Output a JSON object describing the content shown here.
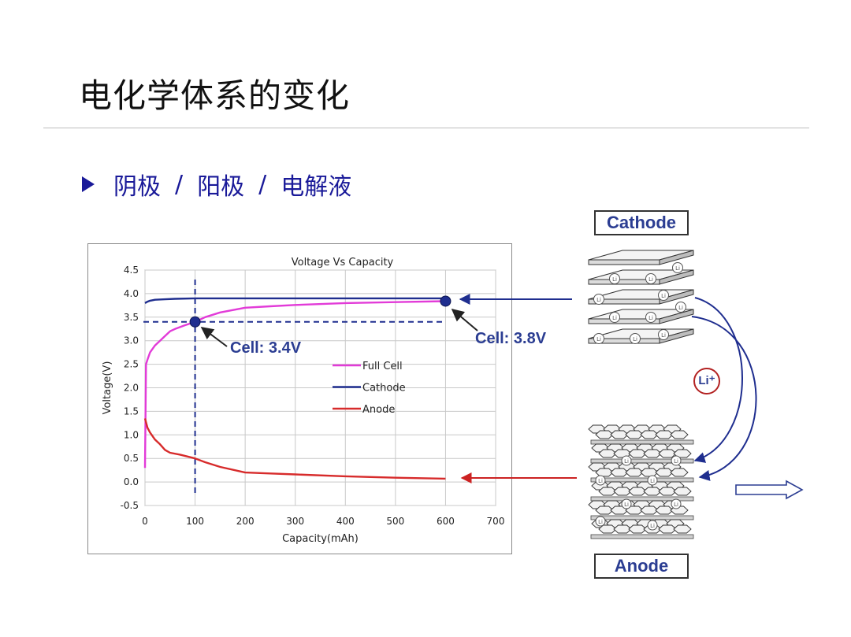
{
  "slide": {
    "title": "电化学体系的变化",
    "bullet": {
      "parts": [
        "阴极",
        "阳极",
        "电解液"
      ],
      "separator": "/"
    }
  },
  "diagram": {
    "cathode_label": "Cathode",
    "anode_label": "Anode",
    "ion_label": "Li⁺",
    "layer_ion_label": "Li",
    "colors": {
      "arrow": "#1f2e8f",
      "anode_arrow": "#cc2222",
      "ion_ring": "#b32222"
    }
  },
  "chart_data": {
    "type": "line",
    "title": "Voltage Vs Capacity",
    "xlabel": "Capacity(mAh)",
    "ylabel": "Voltage(V)",
    "xlim": [
      0,
      700
    ],
    "ylim": [
      -0.5,
      4.5
    ],
    "xticks": [
      "0",
      "100",
      "200",
      "300",
      "400",
      "500",
      "600",
      "700"
    ],
    "yticks": [
      "4.5",
      "4.0",
      "3.5",
      "3.0",
      "2.5",
      "2.0",
      "1.5",
      "1.0",
      "0.5",
      "0.0",
      "-0.5"
    ],
    "grid": true,
    "legend_position": "center-right",
    "series": [
      {
        "name": "Full Cell",
        "color": "#e23bd8",
        "x": [
          0,
          2,
          5,
          10,
          20,
          30,
          40,
          50,
          60,
          80,
          100,
          120,
          150,
          200,
          250,
          300,
          400,
          500,
          600
        ],
        "y": [
          0.3,
          2.5,
          2.6,
          2.75,
          2.9,
          3.0,
          3.1,
          3.2,
          3.25,
          3.33,
          3.4,
          3.5,
          3.6,
          3.7,
          3.73,
          3.76,
          3.8,
          3.82,
          3.84
        ]
      },
      {
        "name": "Cathode",
        "color": "#1f2e8f",
        "x": [
          0,
          5,
          10,
          20,
          40,
          60,
          100,
          200,
          300,
          400,
          500,
          600
        ],
        "y": [
          3.8,
          3.83,
          3.85,
          3.87,
          3.88,
          3.89,
          3.9,
          3.9,
          3.9,
          3.9,
          3.9,
          3.9
        ]
      },
      {
        "name": "Anode",
        "color": "#d72b2b",
        "x": [
          0,
          5,
          10,
          20,
          30,
          40,
          50,
          70,
          100,
          120,
          150,
          200,
          250,
          300,
          400,
          500,
          600
        ],
        "y": [
          1.35,
          1.15,
          1.05,
          0.9,
          0.8,
          0.68,
          0.62,
          0.58,
          0.5,
          0.42,
          0.32,
          0.2,
          0.18,
          0.16,
          0.12,
          0.09,
          0.07
        ]
      }
    ],
    "markers": [
      {
        "x": 100,
        "y": 3.4,
        "label": "Cell: 3.4V"
      },
      {
        "x": 600,
        "y": 3.84,
        "label": "Cell: 3.8V"
      }
    ]
  }
}
